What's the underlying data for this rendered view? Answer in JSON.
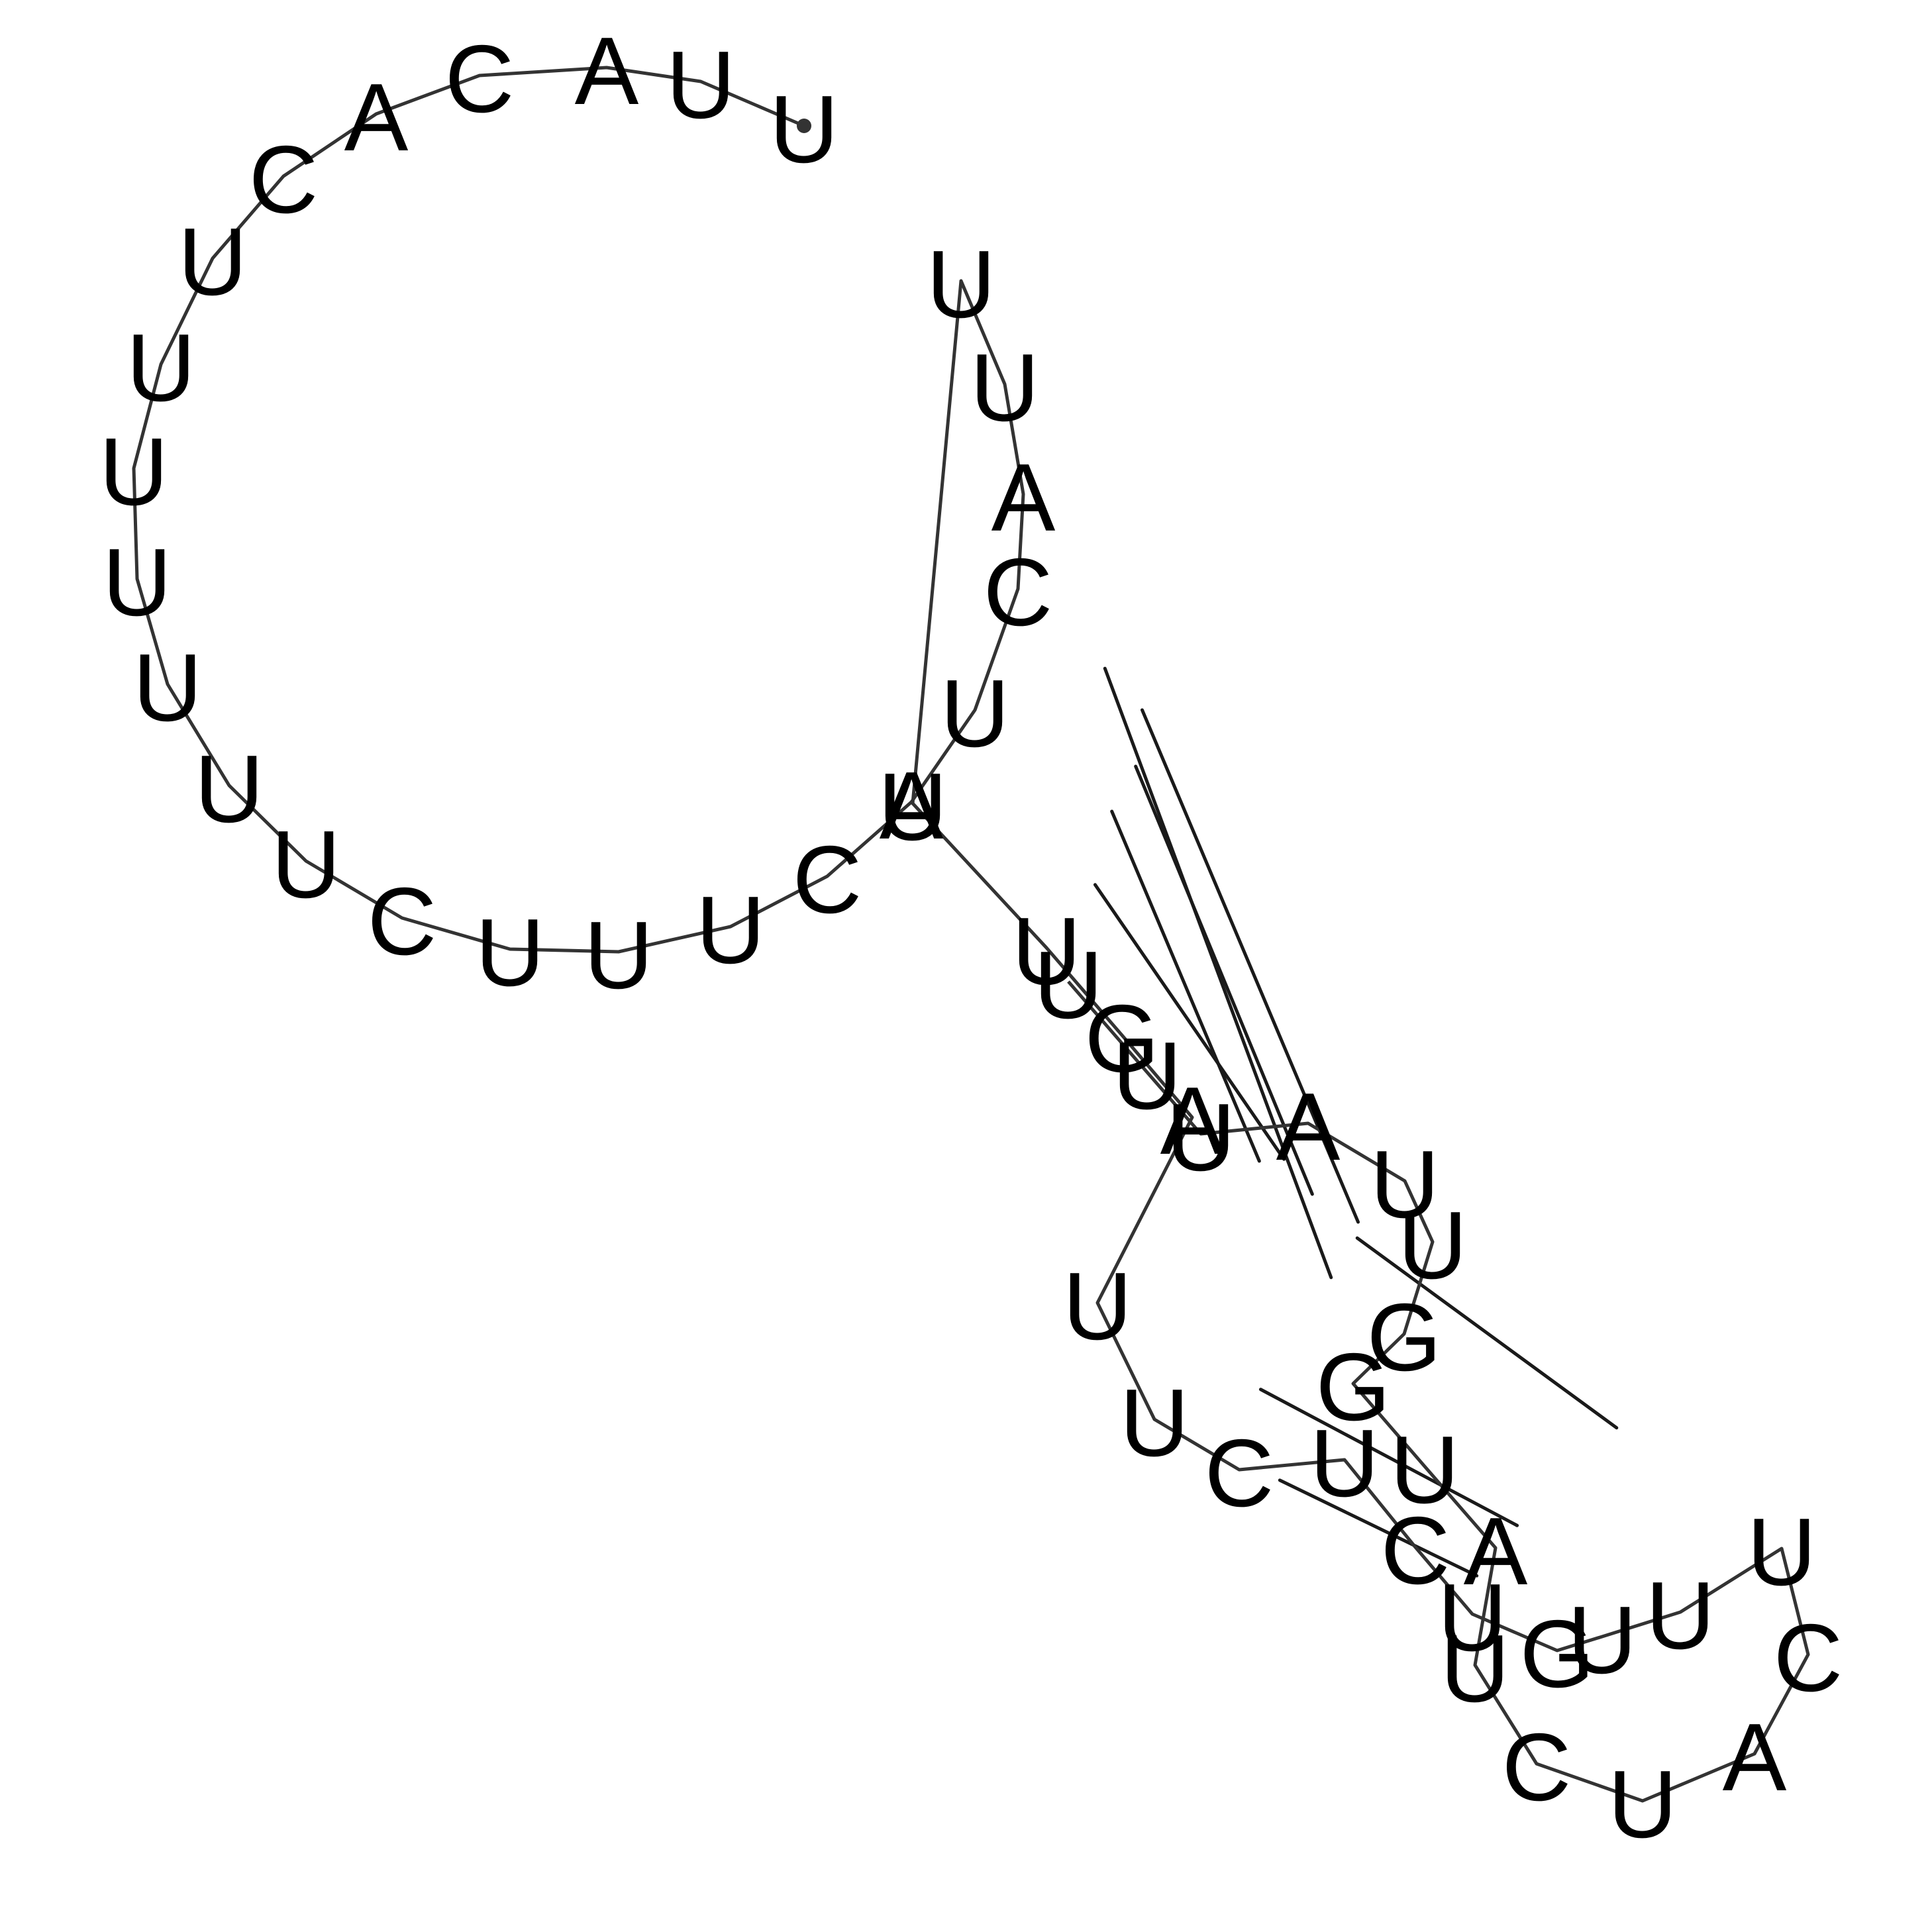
{
  "diagram": {
    "type": "rna-secondary-structure",
    "colors": {
      "background": "#ffffff",
      "backbone": "#333333",
      "pair_bond": "#1a1a1a",
      "text": "#000000"
    },
    "sequence": [
      "U",
      "U",
      "A",
      "C",
      "A",
      "C",
      "U",
      "U",
      "U",
      "U",
      "U",
      "U",
      "U",
      "C",
      "U",
      "U",
      "U",
      "C",
      "A",
      "U",
      "C",
      "A",
      "U",
      "U",
      "U",
      "U",
      "G",
      "A",
      "U",
      "U",
      "C",
      "U",
      "C",
      "U",
      "G",
      "U",
      "U",
      "U",
      "C",
      "A",
      "U",
      "C",
      "U",
      "A",
      "U",
      "G",
      "G",
      "U",
      "U",
      "A",
      "U",
      "U",
      "U"
    ],
    "pairs": [
      [
        19,
        46
      ],
      [
        20,
        45
      ],
      [
        21,
        44
      ],
      [
        22,
        43
      ],
      [
        23,
        42
      ],
      [
        27,
        37
      ],
      [
        28,
        36
      ],
      [
        29,
        35
      ]
    ]
  }
}
